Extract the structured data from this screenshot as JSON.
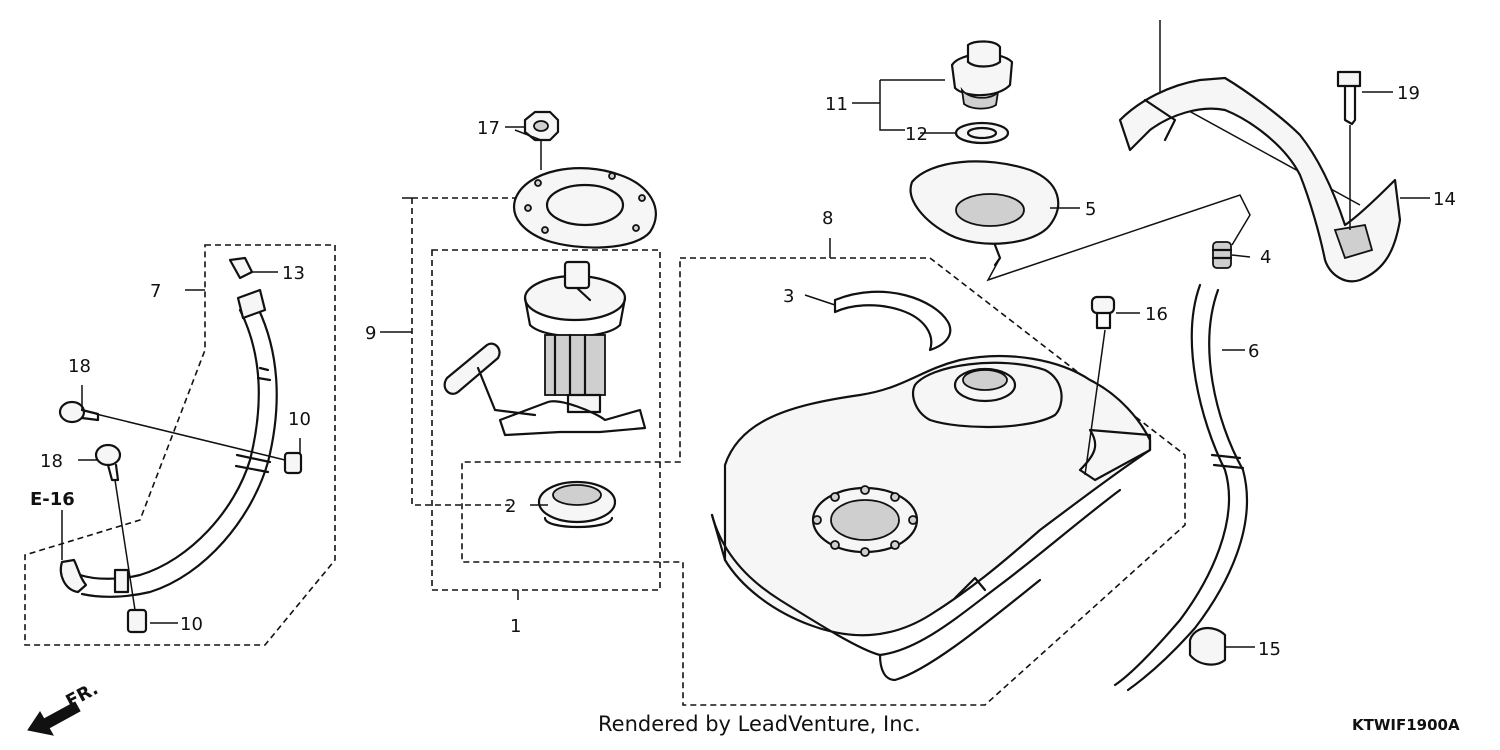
{
  "callouts": {
    "c1": "1",
    "c2": "2",
    "c3": "3",
    "c4": "4",
    "c5": "5",
    "c6": "6",
    "c7": "7",
    "c8": "8",
    "c9": "9",
    "c10a": "10",
    "c10b": "10",
    "c11": "11",
    "c12": "12",
    "c13": "13",
    "c14": "14",
    "c15": "15",
    "c16": "16",
    "c17": "17",
    "c18a": "18",
    "c18b": "18",
    "c19": "19"
  },
  "ref_label": "E-16",
  "direction_label": "FR.",
  "credit_text": "Rendered by LeadVenture, Inc.",
  "diagram_code": "KTWIF1900A"
}
